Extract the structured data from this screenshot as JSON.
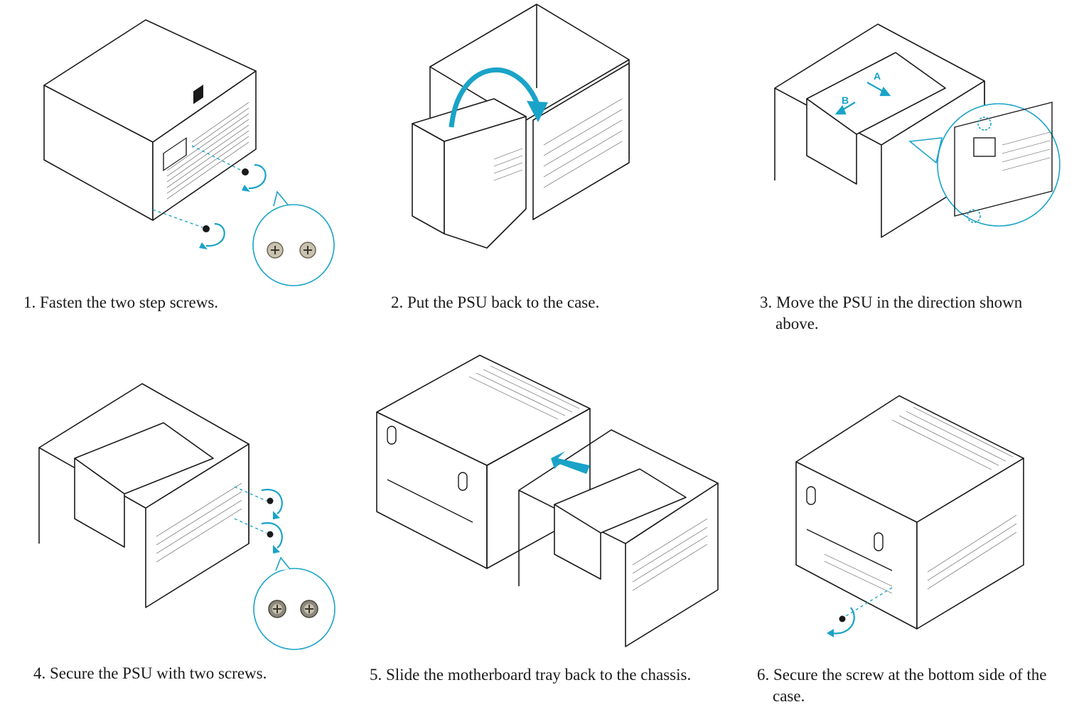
{
  "accent_color": "#1aa3c8",
  "line_color": "#1a1a1a",
  "steps": [
    {
      "number": "1.",
      "text": "Fasten the two step screws.",
      "illustration": "psu-with-step-screws"
    },
    {
      "number": "2.",
      "text": "Put the PSU back to the case.",
      "illustration": "psu-rotate-into-chassis"
    },
    {
      "number": "3.",
      "text": "Move the PSU in the direction shown",
      "text_cont": "above.",
      "illustration": "psu-slide-direction",
      "direction_labels": [
        "A",
        "B"
      ]
    },
    {
      "number": "4.",
      "text": "Secure the PSU with two screws.",
      "illustration": "psu-secured-with-screws"
    },
    {
      "number": "5.",
      "text": "Slide the motherboard tray back to the chassis.",
      "illustration": "tray-slide-into-cover"
    },
    {
      "number": "6.",
      "text": "Secure the screw at the bottom side of the",
      "text_cont": "case.",
      "illustration": "bottom-screw"
    }
  ]
}
